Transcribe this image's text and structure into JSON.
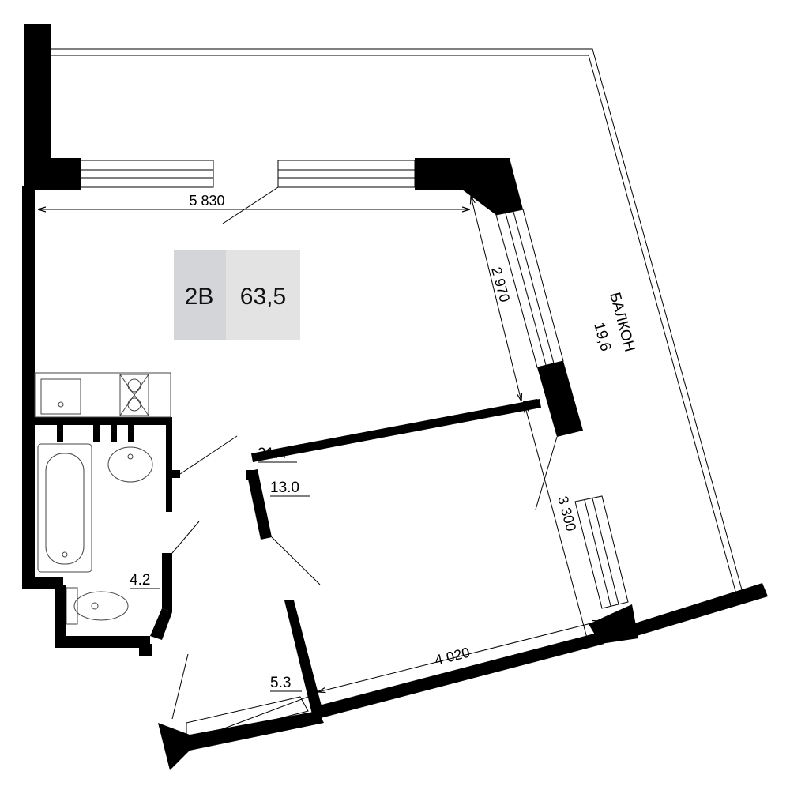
{
  "badge": {
    "type": "2B",
    "area": "63,5",
    "type_bg": "#d4d5d9",
    "area_bg": "#e3e3e3"
  },
  "dimensions": {
    "top_width": "5 830",
    "right_upper": "2 970",
    "right_lower": "3 300",
    "bottom_width": "4 020"
  },
  "rooms": {
    "living": "21.4",
    "bedroom": "13.0",
    "bathroom": "4.2",
    "hall": "5.3"
  },
  "balcony": {
    "label": "БАЛКОН",
    "area": "19,6"
  }
}
